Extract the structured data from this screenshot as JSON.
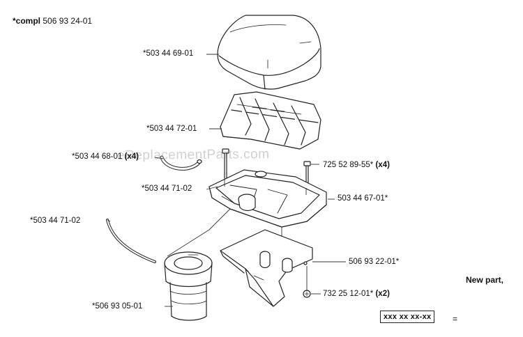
{
  "header": {
    "compl_prefix": "*compl",
    "compl_number": "506 93 24-01"
  },
  "parts": {
    "cover": "*503 44 69-01",
    "filter_insert": "*503 44 72-01",
    "hose_label": "*503 44 68-01",
    "hose_qty": "(x4)",
    "tube_upper": "*503 44 71-02",
    "tube_left": "*503 44 71-02",
    "housing": "503 44 67-01*",
    "screw_top": "725 52 89-55*",
    "screw_top_qty": "(x4)",
    "bracket": "506 93 22-01*",
    "screw_bottom": "732 25 12-01*",
    "screw_bottom_qty": "(x2)",
    "filter_element": "*506 93 05-01"
  },
  "legend": {
    "new_part": "New part,",
    "code": "xxx xx xx-xx",
    "equals": "="
  },
  "watermark": "eReplacementParts.com",
  "colors": {
    "line": "#222222",
    "leader": "#333333",
    "paper": "#ffffff"
  }
}
